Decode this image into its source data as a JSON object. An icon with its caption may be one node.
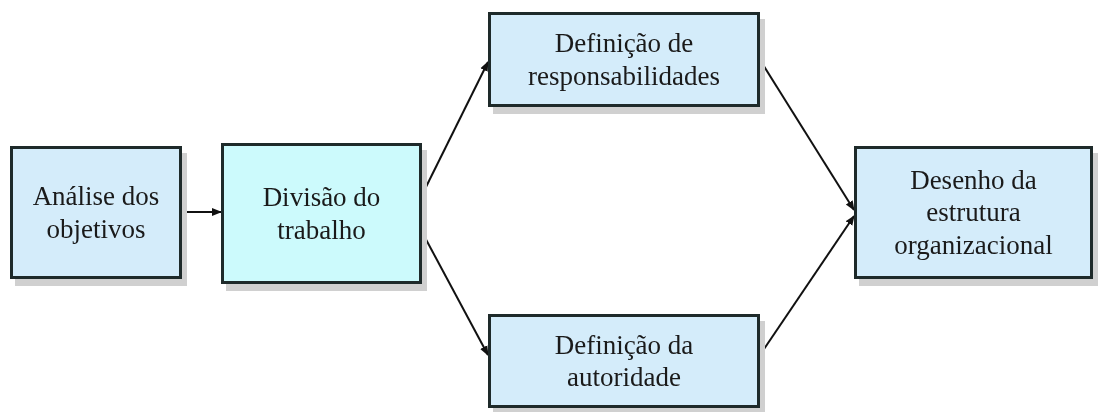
{
  "diagram": {
    "nodes": [
      {
        "text": [
          "Análise dos objetivos"
        ]
      },
      {
        "text": [
          "Divisão do trabalho"
        ]
      },
      {
        "text": [
          "Definição de responsabilidades"
        ]
      },
      {
        "text": [
          "Definição da autoridade"
        ]
      },
      {
        "text": [
          "Desenho da estrutura organizacional"
        ]
      }
    ],
    "edges": [
      {
        "from": 0,
        "to": 1,
        "arrow": "to"
      },
      {
        "from": 1,
        "to": 2,
        "arrow": "to"
      },
      {
        "from": 1,
        "to": 3,
        "arrow": "to"
      },
      {
        "from": 2,
        "to": 4,
        "arrow": "to"
      },
      {
        "from": 3,
        "to": 4,
        "arrow": "to"
      }
    ]
  }
}
